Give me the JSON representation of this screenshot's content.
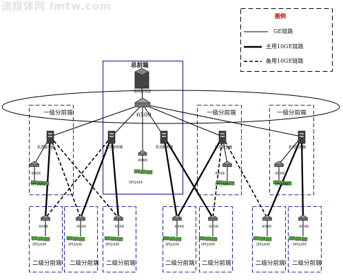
{
  "watermark": "流媒体网 lmtw.com",
  "legend": {
    "title": "图例",
    "title_color": "#cc0000",
    "items": [
      {
        "label": "GE链路",
        "style": "thin"
      },
      {
        "label": "主用10GE链路",
        "style": "thick"
      },
      {
        "label": "备用10GE链路",
        "style": "dashed"
      }
    ]
  },
  "headend": {
    "title": "总前端",
    "server_label": "视频服务器",
    "core_switch_label": "6509",
    "cabinet_label": "机顶服务器",
    "edge_switch_label": "4948",
    "qam_label": "IPQAM"
  },
  "level1": [
    {
      "title": "一级分前端",
      "server_label": "机顶服务器",
      "switch_label": "4948",
      "qam_label": "IPQAM"
    },
    {
      "title": "一级分前端",
      "server_label": "机顶服务器",
      "switch_label": "4948",
      "qam_label": "IPQAM"
    },
    {
      "title": "一级分前端",
      "server_label": "机顶服务器",
      "switch_label": "4948",
      "qam_label": "IPQAM"
    }
  ],
  "level2": [
    {
      "title": "二级分前端",
      "switch_label": "4948",
      "qam_label": "IPQAM"
    },
    {
      "title": "二级分前端",
      "switch_label": "4948",
      "qam_label": "IPQAM"
    },
    {
      "title": "二级分前端",
      "switch_label": "4948",
      "qam_label": "IPQAM"
    },
    {
      "title": "二级分前端",
      "switch_label": "4948",
      "qam_label": "IPQAM"
    },
    {
      "title": "二级分前端",
      "switch_label": "4948",
      "qam_label": "IPQAM"
    },
    {
      "title": "二级分前端",
      "switch_label": "4948",
      "qam_label": "IPQAM"
    },
    {
      "title": "二级分前端",
      "switch_label": "4948",
      "qam_label": "IPQAM"
    }
  ],
  "colors": {
    "box_border": "#2c2c9c",
    "line": "#000000",
    "qam_green": "#4f9a3c"
  }
}
